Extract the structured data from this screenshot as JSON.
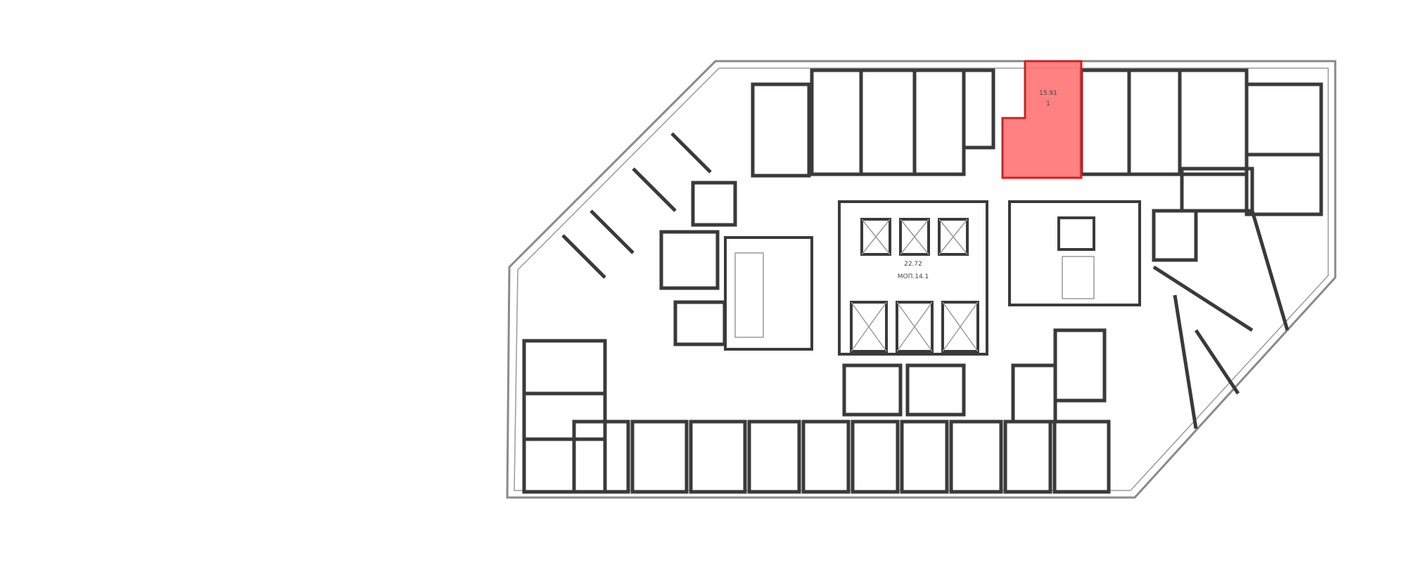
{
  "plan": {
    "highlight_color": "#ff6b6b",
    "highlight_stroke": "#d02020",
    "wall_color": "#3a3a3a",
    "highlighted_unit": {
      "area": "15.91",
      "room_no": "1"
    },
    "lobby": {
      "area": "22.72",
      "code": "МОП.14.1"
    }
  }
}
